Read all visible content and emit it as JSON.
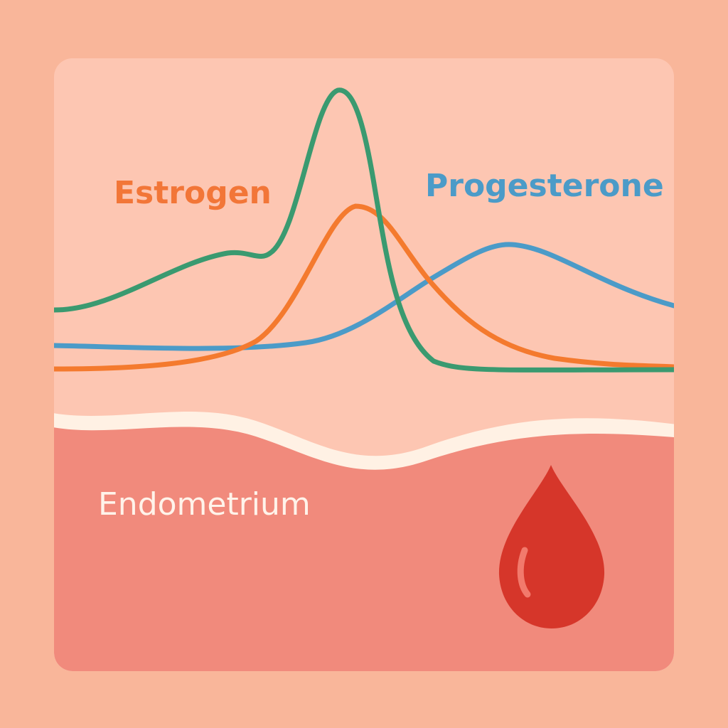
{
  "colors": {
    "background": "#f9b69a",
    "panel": "#fdc6b2",
    "endometrium_fill": "#f18a7c",
    "endometrium_edge": "#fff1e4",
    "estrogen_text": "#f27638",
    "progesterone_text": "#4b9bc8",
    "endometrium_text": "#fff3ea",
    "curve_green": "#3a9a70",
    "curve_orange": "#f47a2e",
    "curve_blue": "#4b9bc8",
    "blood_drop": "#d6362a",
    "blood_highlight": "#f27a6c"
  },
  "labels": {
    "estrogen": "Estrogen",
    "progesterone": "Progesterone",
    "endometrium": "Endometrium"
  },
  "icons": {
    "drop": "blood-drop-icon"
  }
}
